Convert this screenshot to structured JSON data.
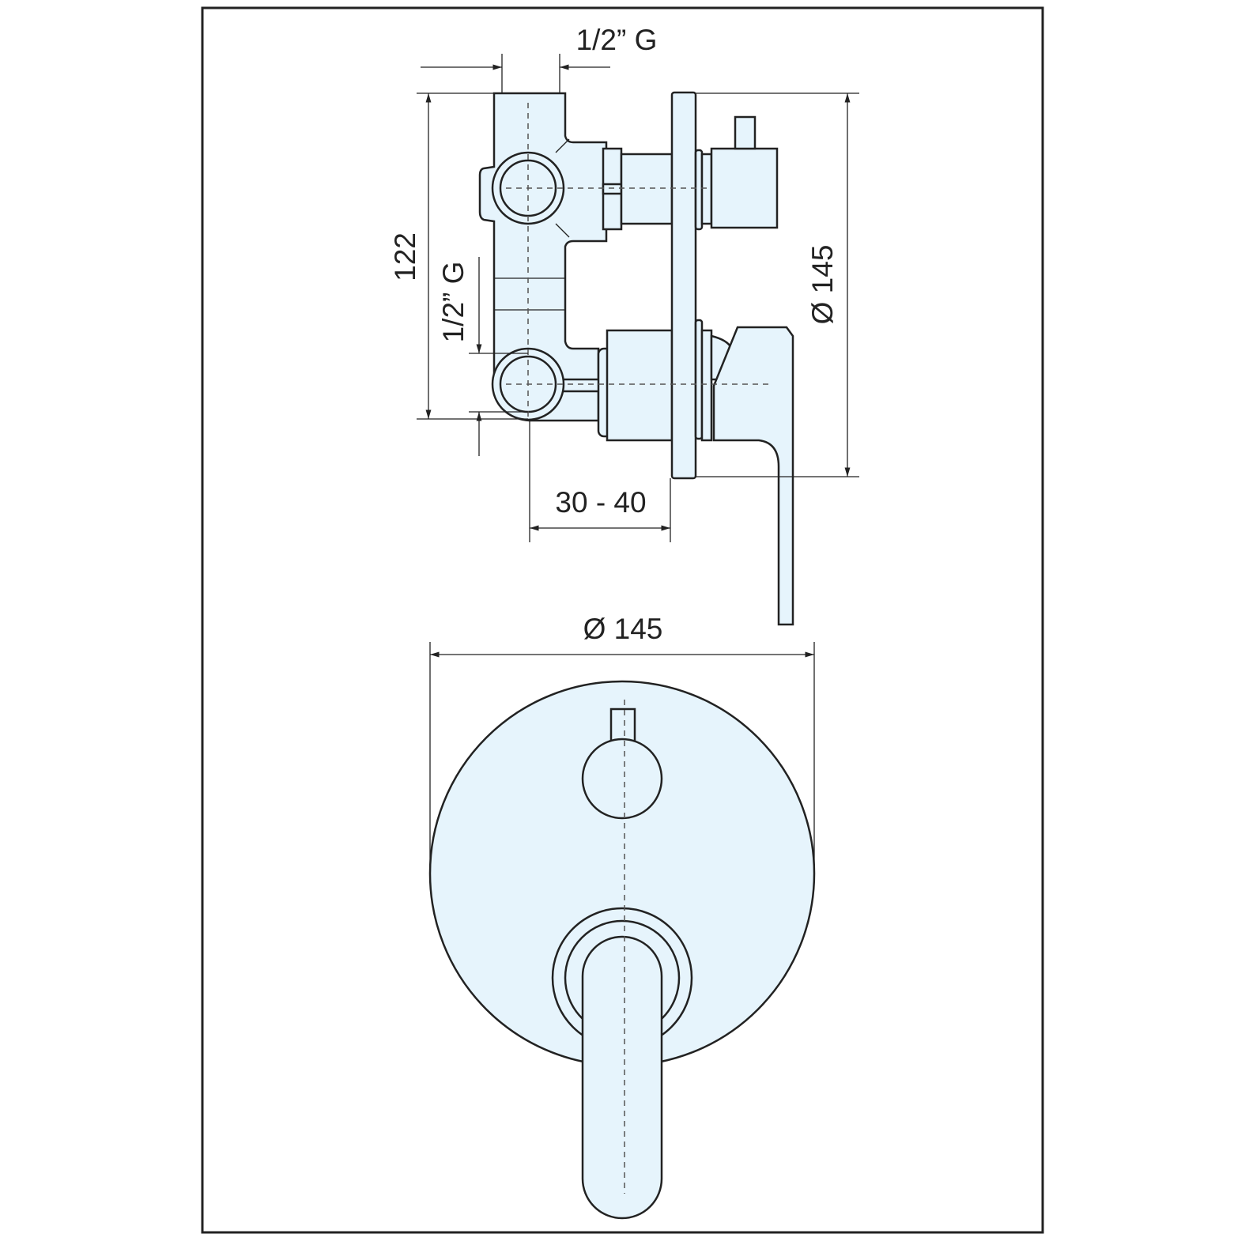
{
  "drawing": {
    "side_view": {
      "top_thread_label": "1/2” G",
      "height_label": "122",
      "side_thread_label": "1/2” G",
      "plate_diameter_label": "Ø 145",
      "depth_label": "30 - 40"
    },
    "front_view": {
      "plate_diameter_label": "Ø 145"
    },
    "colors": {
      "fill": "#e6f4fc",
      "line": "#222222"
    }
  }
}
